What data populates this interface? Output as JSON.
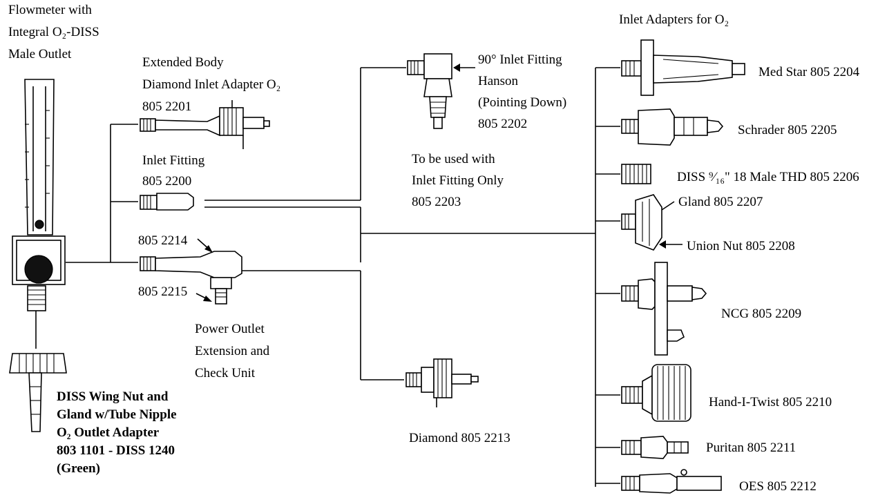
{
  "labels": {
    "flowmeter": [
      "Flowmeter with",
      "Integral O₂-DISS",
      "Male Outlet"
    ],
    "wing_nut": [
      "DISS Wing Nut and",
      "Gland w/Tube Nipple",
      "O₂ Outlet Adapter",
      "803 1101 - DISS 1240",
      "(Green)"
    ],
    "extended_body": [
      "Extended Body",
      "Diamond Inlet Adapter O₂",
      "805 2201"
    ],
    "inlet_fitting": [
      "Inlet Fitting",
      "805 2200"
    ],
    "part_2214": "805 2214",
    "part_2215": "805 2215",
    "power_outlet": [
      "Power Outlet",
      "Extension and",
      "Check Unit"
    ],
    "ninety_fitting": [
      "90° Inlet Fitting",
      "Hanson",
      "(Pointing Down)",
      "805 2202"
    ],
    "to_be_used": [
      "To be used with",
      "Inlet Fitting Only",
      "805 2203"
    ],
    "diamond": "Diamond 805 2213",
    "inlet_adapters_title": "Inlet Adapters for O₂",
    "med_star": "Med Star 805 2204",
    "schrader": "Schrader 805 2205",
    "diss_male": "DISS ⁹⁄₁₆\" 18 Male THD 805 2206",
    "gland": "Gland 805 2207",
    "union_nut": "Union Nut 805 2208",
    "ncg": "NCG 805 2209",
    "hand_i_twist": "Hand-I-Twist 805 2210",
    "puritan": "Puritan 805 2211",
    "oes": "OES 805 2212"
  }
}
